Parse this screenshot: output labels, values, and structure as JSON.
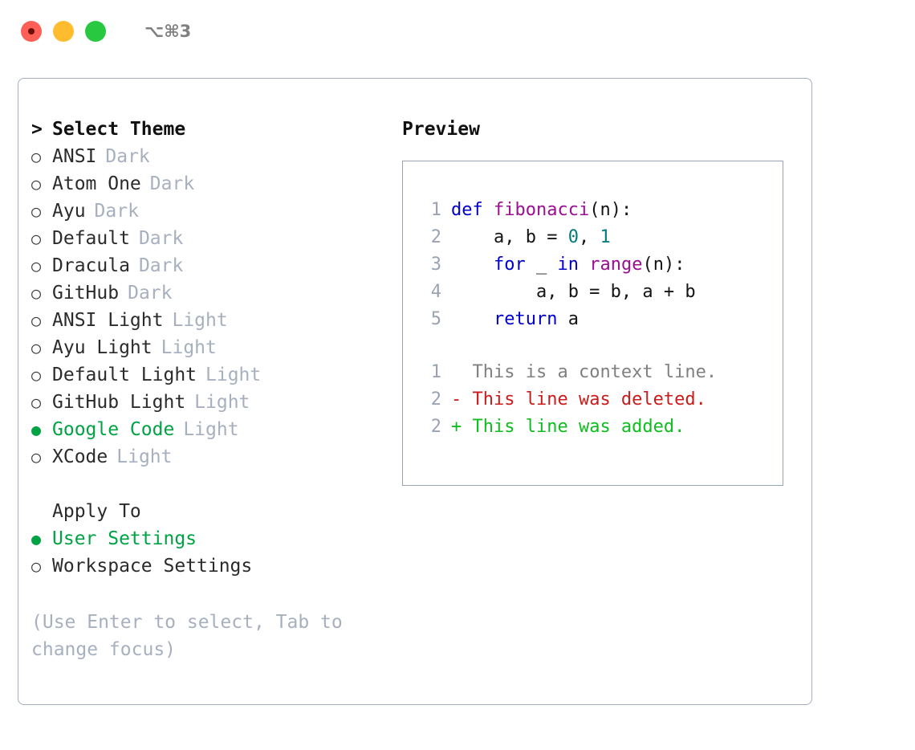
{
  "titlebar": {
    "shortcut": "⌥⌘3",
    "lights": [
      "close",
      "minimize",
      "maximize"
    ]
  },
  "markers": {
    "caret": ">",
    "unselected": "○",
    "selected": "●",
    "blank": " "
  },
  "theme_picker": {
    "header": "Select Theme",
    "items": [
      {
        "name": "ANSI",
        "kind": "Dark",
        "selected": false
      },
      {
        "name": "Atom One",
        "kind": "Dark",
        "selected": false
      },
      {
        "name": "Ayu",
        "kind": "Dark",
        "selected": false
      },
      {
        "name": "Default",
        "kind": "Dark",
        "selected": false
      },
      {
        "name": "Dracula",
        "kind": "Dark",
        "selected": false
      },
      {
        "name": "GitHub",
        "kind": "Dark",
        "selected": false
      },
      {
        "name": "ANSI Light",
        "kind": "Light",
        "selected": false
      },
      {
        "name": "Ayu Light",
        "kind": "Light",
        "selected": false
      },
      {
        "name": "Default Light",
        "kind": "Light",
        "selected": false
      },
      {
        "name": "GitHub Light",
        "kind": "Light",
        "selected": false
      },
      {
        "name": "Google Code",
        "kind": "Light",
        "selected": true
      },
      {
        "name": "XCode",
        "kind": "Light",
        "selected": false
      }
    ]
  },
  "apply_to": {
    "label": "Apply To",
    "options": [
      {
        "name": "User Settings",
        "selected": true
      },
      {
        "name": "Workspace Settings",
        "selected": false
      }
    ]
  },
  "hint": "(Use Enter to select, Tab to change focus)",
  "preview": {
    "title": "Preview",
    "code": [
      {
        "line_no": "1",
        "tokens": [
          {
            "text": "def ",
            "style": "kw"
          },
          {
            "text": "fibonacci",
            "style": "fn"
          },
          {
            "text": "(n):",
            "style": "plain"
          }
        ]
      },
      {
        "line_no": "2",
        "tokens": [
          {
            "text": "    a, b = ",
            "style": "plain"
          },
          {
            "text": "0",
            "style": "num"
          },
          {
            "text": ", ",
            "style": "plain"
          },
          {
            "text": "1",
            "style": "num"
          }
        ]
      },
      {
        "line_no": "3",
        "tokens": [
          {
            "text": "    ",
            "style": "plain"
          },
          {
            "text": "for",
            "style": "kw"
          },
          {
            "text": " _ ",
            "style": "plain"
          },
          {
            "text": "in",
            "style": "kw"
          },
          {
            "text": " ",
            "style": "plain"
          },
          {
            "text": "range",
            "style": "fn"
          },
          {
            "text": "(n):",
            "style": "plain"
          }
        ]
      },
      {
        "line_no": "4",
        "tokens": [
          {
            "text": "        a, b = b, a + b",
            "style": "plain"
          }
        ]
      },
      {
        "line_no": "5",
        "tokens": [
          {
            "text": "    ",
            "style": "plain"
          },
          {
            "text": "return",
            "style": "kw"
          },
          {
            "text": " a",
            "style": "plain"
          }
        ]
      }
    ],
    "diff": [
      {
        "line_no": "1",
        "sign": "  ",
        "text": "This is a context line.",
        "style": "ctx"
      },
      {
        "line_no": "2",
        "sign": "- ",
        "text": "This line was deleted.",
        "style": "del"
      },
      {
        "line_no": "2",
        "sign": "+ ",
        "text": "This line was added.",
        "style": "add"
      }
    ]
  },
  "colors": {
    "accent_green": "#00a344",
    "muted": "#a7b0bf",
    "border": "#98a2b3",
    "keyword": "#0000cc",
    "function": "#9b0f91",
    "number": "#007c7c",
    "diff_deleted": "#cc1b1b",
    "diff_added": "#0fbd1e",
    "light_red": "#ff5f57",
    "light_yellow": "#febc2e",
    "light_green": "#28c840"
  }
}
